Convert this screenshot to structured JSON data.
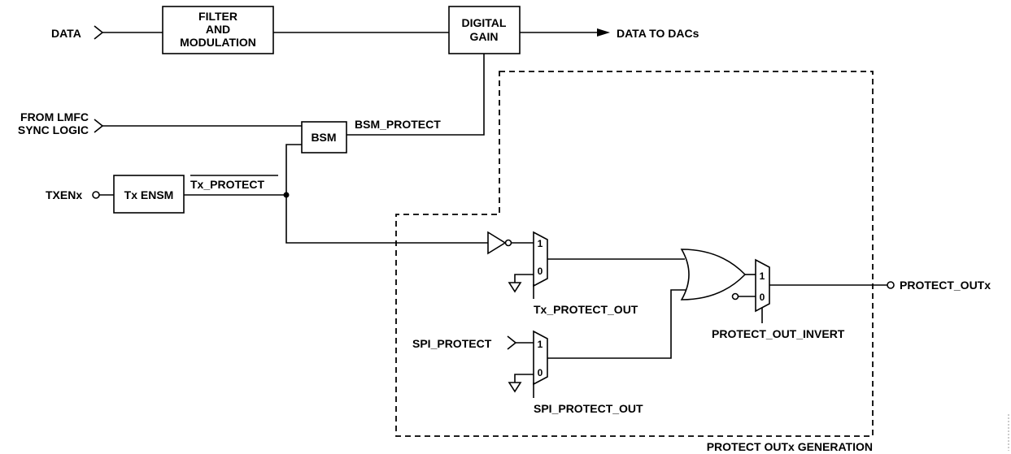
{
  "inputs": {
    "data": "DATA",
    "lmfc_line1": "FROM LMFC",
    "lmfc_line2": "SYNC LOGIC",
    "txen": "TXENx",
    "spi_protect": "SPI_PROTECT"
  },
  "blocks": {
    "filter_line1": "FILTER",
    "filter_line2": "AND",
    "filter_line3": "MODULATION",
    "gain_line1": "DIGITAL",
    "gain_line2": "GAIN",
    "bsm": "BSM",
    "tx_ensm": "Tx ENSM"
  },
  "signals": {
    "data_to_dacs": "DATA TO DACs",
    "bsm_protect": "BSM_PROTECT",
    "tx_protect_bar": "Tx_PROTECT",
    "tx_protect_out": "Tx_PROTECT_OUT",
    "spi_protect_out": "SPI_PROTECT_OUT",
    "protect_out_invert": "PROTECT_OUT_INVERT"
  },
  "outputs": {
    "protect_outx": "PROTECT_OUTx"
  },
  "mux": {
    "in1": "1",
    "in0": "0"
  },
  "region": {
    "label": "PROTECT OUTx GENERATION"
  }
}
